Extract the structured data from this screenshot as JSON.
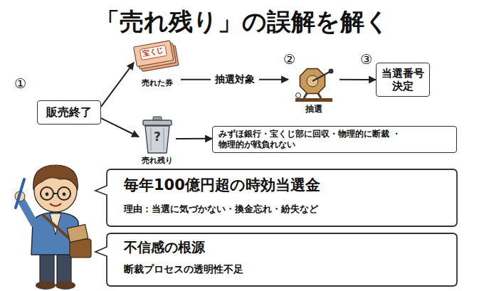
{
  "diagram": {
    "title": "「売れ残り」の誤解を解く",
    "nodes": [
      {
        "text": [
          "販売終了"
        ]
      },
      {
        "text": [
          "宝くじ",
          "売れた券"
        ]
      },
      {
        "text": [
          "抽選"
        ]
      },
      {
        "text": [
          "当選番号 決定"
        ]
      },
      {
        "text": [
          "?",
          "売れ残り"
        ]
      },
      {
        "text": [
          "みずほ銀行・宝くじ部に回収・物理的に断裁 ・物理的が戦負れない"
        ]
      },
      {
        "text": [
          "毎年100億円超の時効当選金",
          "理由：当選に気づかない・換金忘れ・紛失など"
        ]
      },
      {
        "text": [
          "不信感の根源",
          "断裁プロセスの透明性不足"
        ]
      }
    ],
    "edges": [
      {
        "from": 0,
        "to": 1,
        "arrow": "to"
      },
      {
        "from": 1,
        "to": 2,
        "label": "抽選対象",
        "arrow": "to"
      },
      {
        "from": 2,
        "to": 3,
        "arrow": "to"
      },
      {
        "from": 0,
        "to": 4,
        "arrow": "to"
      },
      {
        "from": 4,
        "to": 5,
        "arrow": "to"
      }
    ],
    "labels": [
      "①",
      "②",
      "③"
    ]
  }
}
